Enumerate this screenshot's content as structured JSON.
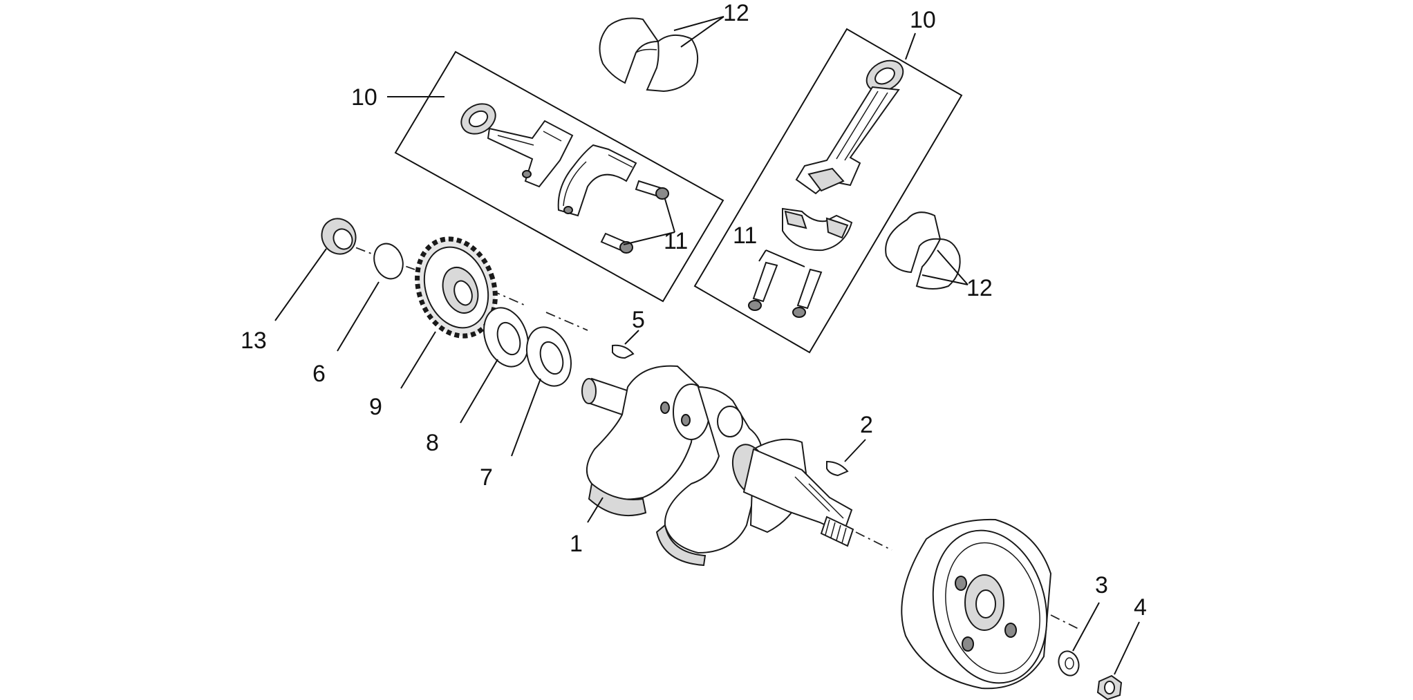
{
  "callouts": {
    "c1": "1",
    "c2": "2",
    "c3": "3",
    "c4": "4",
    "c5": "5",
    "c6": "6",
    "c7": "7",
    "c8": "8",
    "c9": "9",
    "c10_left": "10",
    "c10_right": "10",
    "c11_left": "11",
    "c11_right": "11",
    "c12_top": "12",
    "c12_right": "12",
    "c13": "13"
  }
}
